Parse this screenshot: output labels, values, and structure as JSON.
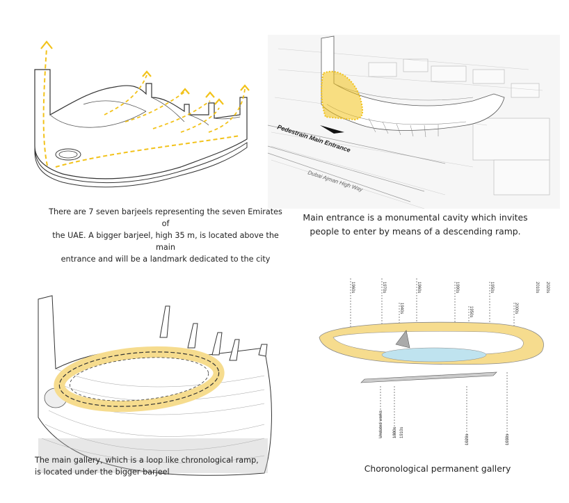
{
  "panels": {
    "top_left": {
      "caption_lines": [
        "There are 7 seven barjeels representing the seven Emirates of",
        "the UAE.  A bigger barjeel, high 35 m, is located above the main",
        "entrance and will be a landmark dedicated to the city"
      ]
    },
    "top_right": {
      "caption_lines": [
        "Main entrance is a monumental cavity which invites",
        "people to enter by means of a descending ramp."
      ],
      "labels": {
        "pedestrian": "Pedestrain Main Entrance",
        "highway": "Dubai Ajman High Way"
      }
    },
    "bottom_left": {
      "caption_lines": [
        "The main gallery, which is a loop like chronological ramp,",
        "is located under the bigger barjeel"
      ]
    },
    "bottom_right": {
      "caption": "Choronological permanent gallery",
      "timeline_top": [
        "1960s",
        "1970s",
        "1960s",
        "1990s",
        "1950s",
        "1940s",
        "1950s",
        "2000s",
        "2010s",
        "2020s"
      ],
      "timeline_bottom": [
        "Undated works",
        "1880s",
        "1910s",
        "1920s",
        "1930s"
      ]
    }
  },
  "colors": {
    "accent": "#f2c21a",
    "ramp": "#f6dc8e",
    "line": "#333333",
    "water": "#bfe3ef"
  }
}
